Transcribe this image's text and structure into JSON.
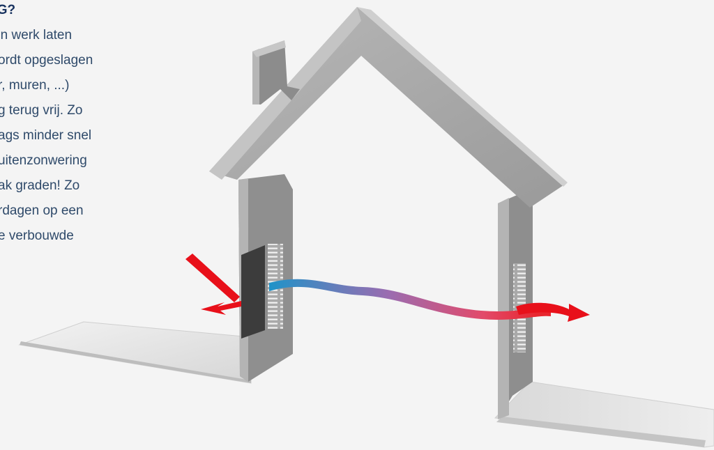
{
  "text": {
    "heading": "NG?",
    "lines": [
      "'n werk laten",
      "ordt opgeslagen",
      "r, muren, ...)",
      "g terug vrij. Zo",
      "ags minder snel",
      "uitenzonwering",
      "ak graden! Zo",
      "rdagen op een",
      "e verbouwde"
    ]
  },
  "colors": {
    "heading": "#17325f",
    "body_text": "#2f4a6a",
    "wall": "#8f8f8f",
    "roof": "#a6a6a6",
    "floor": "#e4e4e4",
    "heat_arrow": "#e8101a",
    "wave_cold": "#2a9ad0",
    "wave_mid": "#9b6cb0",
    "wave_warm": "#e24a6a"
  }
}
